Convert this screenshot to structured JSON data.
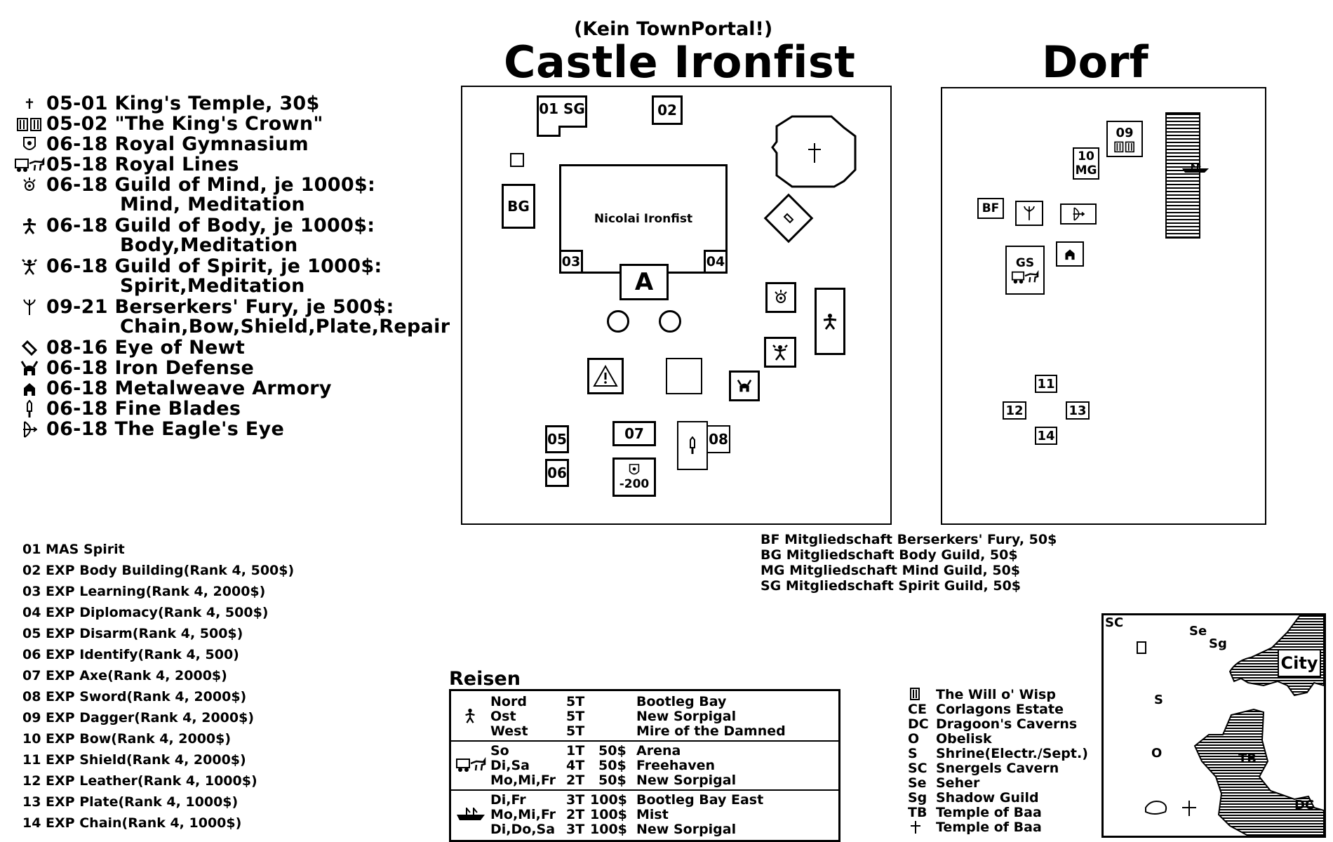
{
  "header": {
    "note": "(Kein TownPortal!)",
    "title_castle": "Castle Ironfist",
    "title_dorf": "Dorf"
  },
  "legend": [
    {
      "icon": "cross-icon",
      "text": "05-01 King's Temple, 30$"
    },
    {
      "icon": "mugs-icon",
      "text": "05-02 \"The King's Crown\""
    },
    {
      "icon": "shield-crest-icon",
      "text": "06-18 Royal Gymnasium"
    },
    {
      "icon": "stagecoach-icon",
      "text": "05-18 Royal Lines"
    },
    {
      "icon": "mind-eye-icon",
      "text": "06-18 Guild of Mind, je 1000$:"
    },
    {
      "icon": "",
      "text": "Mind, Meditation"
    },
    {
      "icon": "body-figure-icon",
      "text": "06-18 Guild of Body, je 1000$:"
    },
    {
      "icon": "",
      "text": "Body,Meditation"
    },
    {
      "icon": "spirit-figure-icon",
      "text": "06-18 Guild of Spirit, je 1000$:"
    },
    {
      "icon": "",
      "text": "Spirit,Meditation"
    },
    {
      "icon": "berserker-icon",
      "text": "09-21 Berserkers' Fury, je 500$:"
    },
    {
      "icon": "",
      "text": "Chain,Bow,Shield,Plate,Repair"
    },
    {
      "icon": "wand-icon",
      "text": "08-16 Eye of Newt"
    },
    {
      "icon": "horned-helmet-icon",
      "text": "06-18 Iron Defense"
    },
    {
      "icon": "armor-icon",
      "text": "06-18 Metalweave Armory"
    },
    {
      "icon": "dagger-icon",
      "text": "06-18 Fine Blades"
    },
    {
      "icon": "bow-icon",
      "text": "06-18 The Eagle's Eye"
    }
  ],
  "expert_list": [
    "01 MAS Spirit",
    "02 EXP Body Building(Rank 4, 500$)",
    "03 EXP Learning(Rank 4, 2000$)",
    "04 EXP Diplomacy(Rank 4, 500$)",
    "05 EXP Disarm(Rank 4, 500$)",
    "06 EXP Identify(Rank 4, 500)",
    "07 EXP Axe(Rank 4, 2000$)",
    "08 EXP Sword(Rank 4, 2000$)",
    "09 EXP Dagger(Rank 4, 2000$)",
    "10 EXP Bow(Rank 4, 2000$)",
    "11 EXP Shield(Rank 4, 2000$)",
    "12 EXP Leather(Rank 4, 1000$)",
    "13 EXP Plate(Rank 4, 1000$)",
    "14 EXP Chain(Rank 4, 1000$)"
  ],
  "castle_map": {
    "castle_name": "Nicolai Ironfist",
    "labels": {
      "b01": "01 SG",
      "b02": "02",
      "b03": "03",
      "b04": "04",
      "b05": "05",
      "b06": "06",
      "b07": "07",
      "b08": "08",
      "bg": "BG",
      "gym_price": "-200",
      "arena_a": "A"
    }
  },
  "dorf_map": {
    "labels": {
      "b09": "09",
      "b10": "10",
      "mg": "MG",
      "bf": "BF",
      "gs": "GS",
      "b11": "11",
      "b12": "12",
      "b13": "13",
      "b14": "14"
    }
  },
  "memberships": [
    "BF Mitgliedschaft Berserkers' Fury, 50$",
    "BG Mitgliedschaft Body Guild, 50$",
    "MG Mitgliedschaft Mind Guild, 50$",
    "SG Mitgliedschaft Spirit Guild, 50$"
  ],
  "travel": {
    "title": "Reisen",
    "sections": [
      {
        "icon": "walker-icon",
        "rows": [
          {
            "days": "Nord",
            "time": "5T",
            "price": "",
            "dest": "Bootleg Bay"
          },
          {
            "days": "Ost",
            "time": "5T",
            "price": "",
            "dest": "New Sorpigal"
          },
          {
            "days": "West",
            "time": "5T",
            "price": "",
            "dest": "Mire of the Damned"
          }
        ]
      },
      {
        "icon": "stagecoach-icon",
        "rows": [
          {
            "days": "So",
            "time": "1T",
            "price": "50$",
            "dest": "Arena"
          },
          {
            "days": "Di,Sa",
            "time": "4T",
            "price": "50$",
            "dest": "Freehaven"
          },
          {
            "days": "Mo,Mi,Fr",
            "time": "2T",
            "price": "50$",
            "dest": "New Sorpigal"
          }
        ]
      },
      {
        "icon": "ship-icon",
        "rows": [
          {
            "days": "Di,Fr",
            "time": "3T",
            "price": "100$",
            "dest": "Bootleg Bay East"
          },
          {
            "days": "Mo,Mi,Fr",
            "time": "2T",
            "price": "100$",
            "dest": "Mist"
          },
          {
            "days": "Di,Do,Sa",
            "time": "3T",
            "price": "100$",
            "dest": "New Sorpigal"
          }
        ]
      }
    ]
  },
  "places": [
    {
      "code": "",
      "icon": "mug-icon",
      "name": "The Will o' Wisp"
    },
    {
      "code": "CE",
      "icon": "",
      "name": "Corlagons Estate"
    },
    {
      "code": "DC",
      "icon": "",
      "name": "Dragoon's Caverns"
    },
    {
      "code": "O",
      "icon": "",
      "name": "Obelisk"
    },
    {
      "code": "S",
      "icon": "",
      "name": "Shrine(Electr./Sept.)"
    },
    {
      "code": "SC",
      "icon": "",
      "name": "Snergels Cavern"
    },
    {
      "code": "Se",
      "icon": "",
      "name": "Seher"
    },
    {
      "code": "Sg",
      "icon": "",
      "name": "Shadow Guild"
    },
    {
      "code": "TB",
      "icon": "",
      "name": "Temple of Baa"
    },
    {
      "code": "",
      "icon": "cross-icon",
      "name": "Temple of Baa"
    }
  ],
  "minimap": {
    "city": "City",
    "sc": "SC",
    "se": "Se",
    "sg": "Sg",
    "s": "S",
    "o": "O",
    "tb": "TB",
    "dc": "DC"
  }
}
